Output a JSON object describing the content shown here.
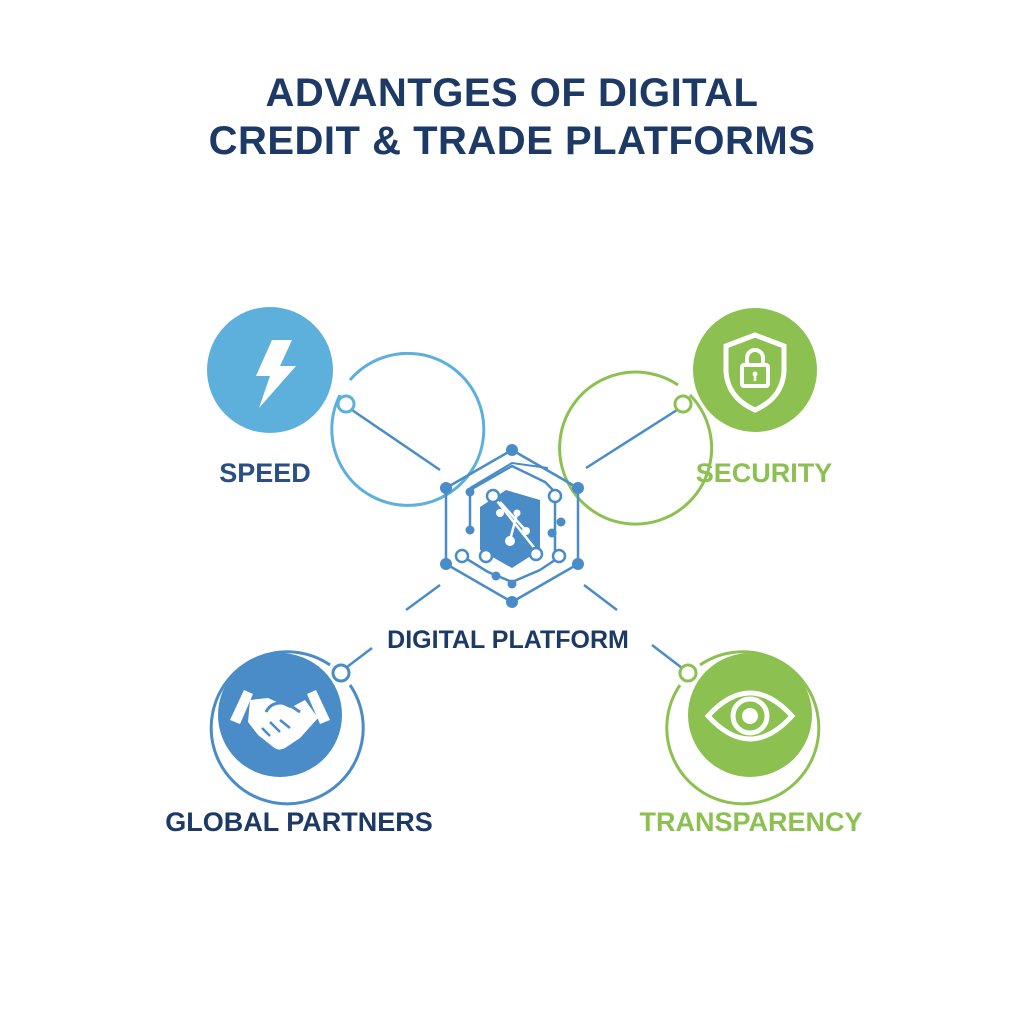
{
  "title": {
    "line1": "ADVANTGES OF DIGITAL",
    "line2": "CREDIT & TRADE PLATFORMS"
  },
  "center": {
    "label": "DIGITAL PLATFORM",
    "icon": "circuit-hexagon-icon"
  },
  "features": [
    {
      "label": "SPEED",
      "icon": "lightning-bolt-icon",
      "color": "#5eb0dc"
    },
    {
      "label": "SECURITY",
      "icon": "shield-lock-icon",
      "color": "#8cc152"
    },
    {
      "label": "GLOBAL PARTNERS",
      "icon": "handshake-icon",
      "color": "#4a8cc8"
    },
    {
      "label": "TRANSPARENCY",
      "icon": "eye-icon",
      "color": "#8cc152"
    }
  ],
  "colors": {
    "navy": "#1d3a66",
    "blue": "#4a8cc8",
    "light_blue": "#5eb0dc",
    "green": "#8cc152"
  }
}
